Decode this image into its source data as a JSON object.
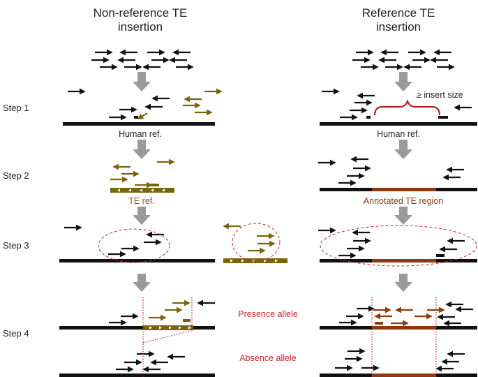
{
  "headers": {
    "left_line1": "Non-reference TE",
    "left_line2": "insertion",
    "right_line1": "Reference TE",
    "right_line2": "insertion"
  },
  "steps": {
    "step1": "Step 1",
    "step2": "Step 2",
    "step3": "Step 3",
    "step4": "Step 4"
  },
  "labels": {
    "human_ref_left": "Human ref.",
    "human_ref_right": "Human ref.",
    "te_ref": "TE ref.",
    "annotated_te_region": "Annotated TE region",
    "insert_size": "≥ insert size",
    "presence_allele": "Presence allele",
    "absence_allele": "Absence allele"
  },
  "colors": {
    "read_black": "#111111",
    "te_olive": "#7a6410",
    "te_region_brown": "#8b3a0e",
    "annotation_red": "#c0272d",
    "flow_arrow_gray": "#9a9a9a"
  }
}
